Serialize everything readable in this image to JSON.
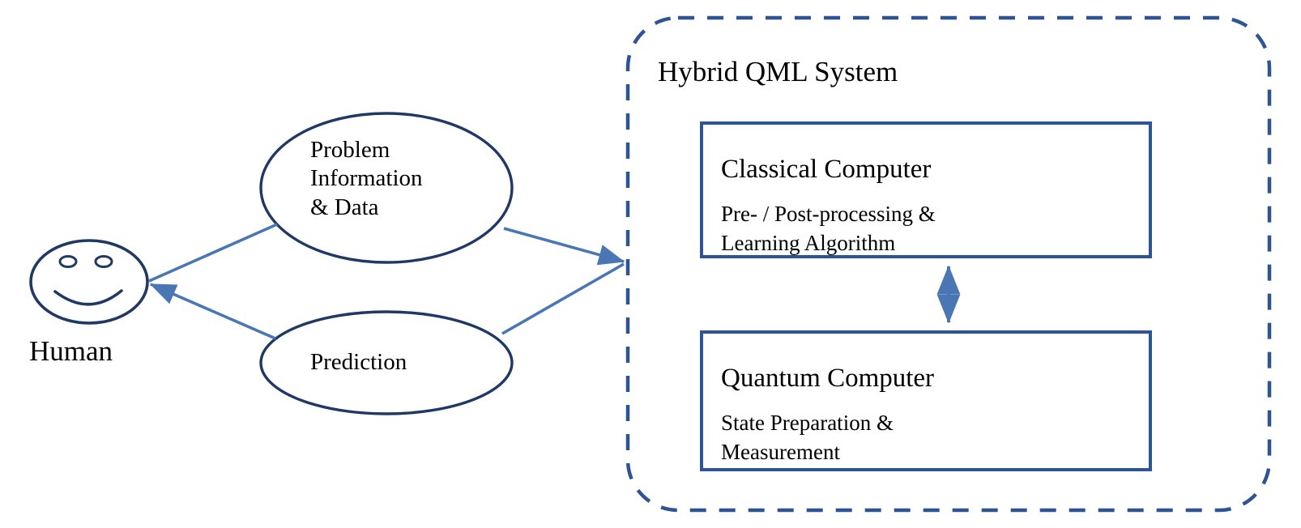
{
  "diagram": {
    "title_text": "Hybrid QML System",
    "human": {
      "label": "Human",
      "icon": "smiley-face-icon"
    },
    "ellipses": [
      {
        "id": "problem-information-and-data",
        "label": "Problem\nInformation\n& Data"
      },
      {
        "id": "prediction",
        "label": "Prediction"
      }
    ],
    "boxes": [
      {
        "id": "classical-computer",
        "title": "Classical Computer",
        "subtitle": "Pre- / Post-processing &\nLearning Algorithm"
      },
      {
        "id": "quantum-computer",
        "title": "Quantum Computer",
        "subtitle": "State Preparation &\nMeasurement"
      }
    ],
    "connectors": [
      {
        "id": "human-to-problem-info",
        "from": "human",
        "to": "problem-information-and-data",
        "arrowheads": "none"
      },
      {
        "id": "problem-info-to-system",
        "from": "problem-information-and-data",
        "to": "hybrid-qml-system",
        "arrowheads": "end"
      },
      {
        "id": "system-to-prediction",
        "from": "hybrid-qml-system",
        "to": "prediction",
        "arrowheads": "none"
      },
      {
        "id": "prediction-to-human",
        "from": "prediction",
        "to": "human",
        "arrowheads": "end"
      },
      {
        "id": "classical-quantum-link",
        "from": "classical-computer",
        "to": "quantum-computer",
        "arrowheads": "both"
      }
    ],
    "colors": {
      "outline_navy": "#2F5496",
      "connector_blue": "#4A77B4",
      "text_black": "#000000",
      "background": "#FFFFFF"
    }
  }
}
